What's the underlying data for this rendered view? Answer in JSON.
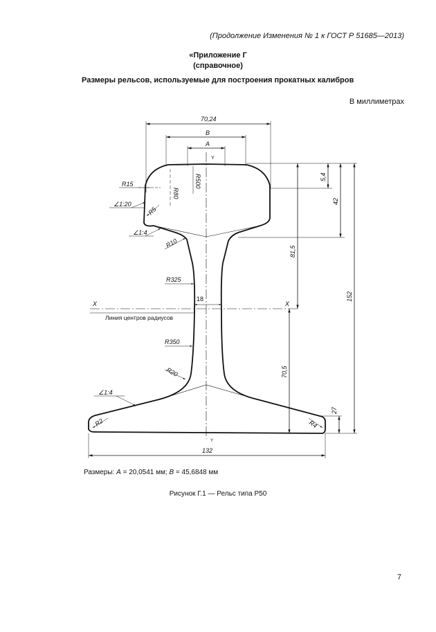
{
  "header": {
    "note": "(Продолжение Изменения № 1 к ГОСТ Р 51685—2013)"
  },
  "appendix": {
    "title": "«Приложение Г",
    "subtitle": "(справочное)"
  },
  "section_title": "Размеры рельсов, используемые для построения прокатных калибров",
  "units": "В миллиметрах",
  "drawing": {
    "labels": {
      "dim_top_width": "70,24",
      "dim_b": "B",
      "dim_a": "A",
      "axis_y_top": "Y",
      "axis_y_bottom": "Y",
      "axis_x_left": "X",
      "axis_x_right": "X",
      "r_head_top": "R500",
      "r_head_side": "R80",
      "r_corner": "R15",
      "r_fillet": "R5",
      "slope_head": "1:20",
      "slope_under_head": "1:4",
      "r_neck_upper": "R10",
      "r_web_upper": "R325",
      "r_web_lower": "R350",
      "r_neck_lower": "R20",
      "slope_foot": "1:4",
      "r_foot_left": "R2",
      "r_foot_right": "R4",
      "dim_web": "18",
      "center_line_label": "Линия центров радиусов",
      "dim_head_thin": "5,4",
      "dim_head_height": "42",
      "dim_upper": "81,5",
      "dim_total_height": "152",
      "dim_lower": "70,5",
      "dim_foot_edge": "27",
      "dim_foot_width": "132"
    }
  },
  "sizes_note": {
    "prefix": "Размеры: ",
    "a_symbol": "A",
    "a_value": " = 20,0541 мм; ",
    "b_symbol": "B",
    "b_value": " = 45,6848 мм"
  },
  "caption": "Рисунок Г.1 — Рельс типа Р50",
  "page_number": "7"
}
